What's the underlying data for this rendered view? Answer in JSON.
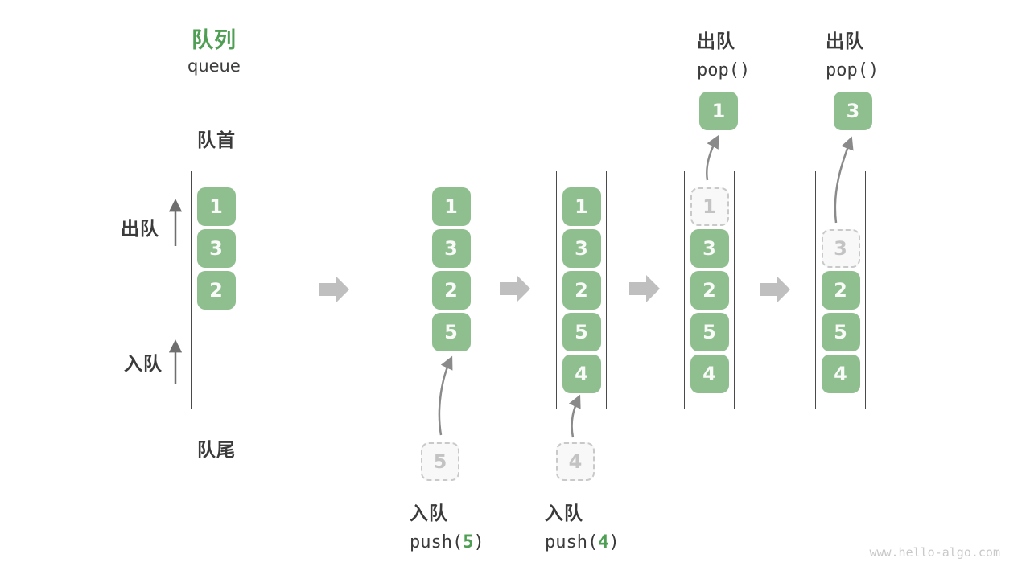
{
  "title": {
    "zh": "队列",
    "en": "queue"
  },
  "labels": {
    "front": "队首",
    "rear": "队尾",
    "dequeue_side": "出队",
    "enqueue_side": "入队"
  },
  "watermark": "www.hello-algo.com",
  "colors": {
    "box_green": "#8fbe8f",
    "accent_green": "#4e9e53",
    "dark_text": "#3b3b3b",
    "queue_line": "#4a4a4a",
    "dashed_gray": "#c9c9c9",
    "step_arrow_gray": "#bfbfbf",
    "flow_arrow_gray": "#8a8a8a"
  },
  "queues": {
    "q1": {
      "slot1": "1",
      "slot2": "3",
      "slot3": "2"
    },
    "q2": {
      "slot1": "1",
      "slot2": "3",
      "slot3": "2",
      "slot4": "5"
    },
    "q3": {
      "slot1": "1",
      "slot2": "3",
      "slot3": "2",
      "slot4": "5",
      "slot5": "4"
    },
    "q4": {
      "slot1_removed": "1",
      "slot2": "3",
      "slot3": "2",
      "slot4": "5",
      "slot5": "4",
      "popped": "1"
    },
    "q5": {
      "slot2_removed": "3",
      "slot3": "2",
      "slot4": "5",
      "slot5": "4",
      "popped": "3"
    }
  },
  "operations": {
    "push5": {
      "label": "入队",
      "code_pre": "push(",
      "arg": "5",
      "code_post": ")",
      "pending": "5"
    },
    "push4": {
      "label": "入队",
      "code_pre": "push(",
      "arg": "4",
      "code_post": ")",
      "pending": "4"
    },
    "pop1": {
      "label": "出队",
      "code": "pop()"
    },
    "pop2": {
      "label": "出队",
      "code": "pop()"
    }
  }
}
